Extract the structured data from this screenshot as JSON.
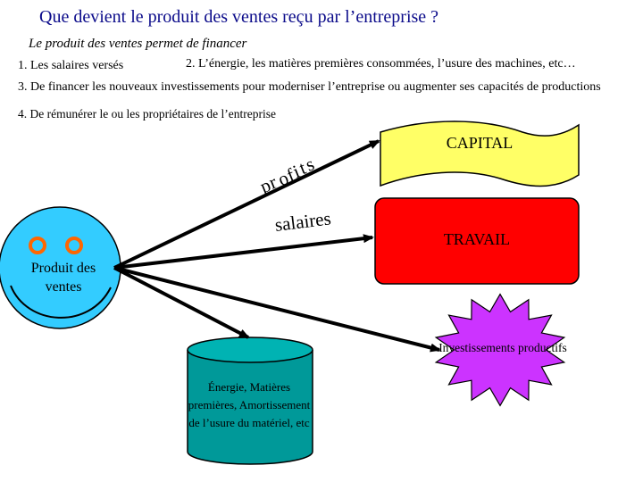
{
  "title": "Que devient le produit des ventes reçu par l’entreprise ?",
  "subtitle": "Le produit des ventes permet de financer",
  "items": {
    "one": "1. Les salaires versés",
    "two": "2. L’énergie, les matières premières consommées, l’usure des machines, etc…",
    "three": "3. De financer les nouveaux investissements pour moderniser l’entreprise ou augmenter ses capacités de productions",
    "four": "4. De rémunérer le ou les propriétaires de l’entreprise"
  },
  "arrows": {
    "profits": "profits",
    "salaires": "salaires"
  },
  "shapes": {
    "capital": "CAPITAL",
    "travail": "TRAVAIL",
    "produit": "Produit des ventes",
    "energie": "Énergie, Matières premières, Amortissement de l’usure du matériel, etc",
    "investissements": "Investissements productifs"
  },
  "colors": {
    "capital_fill": "#ffff66",
    "travail_fill": "#ff0000",
    "face_fill": "#33ccff",
    "face_eye": "#ff6600",
    "cylinder_fill": "#009999",
    "star_fill": "#cc33ff",
    "title_color": "#0b0b8a"
  }
}
